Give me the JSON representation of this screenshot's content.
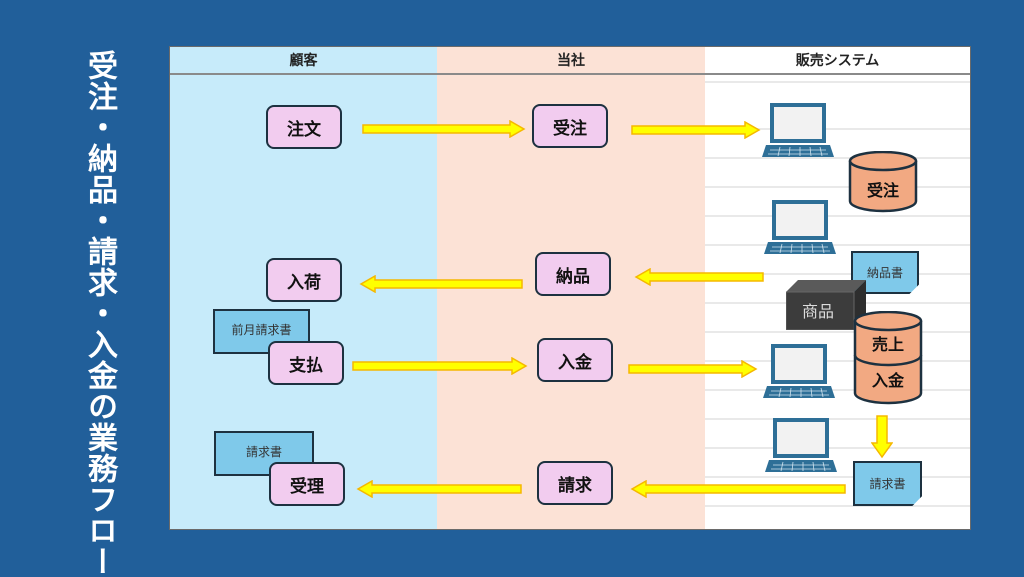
{
  "title": "受注・納品・請求・入金の業務フロー",
  "lanes": {
    "customer": "顧客",
    "company": "当社",
    "system": "販売システム"
  },
  "nodes": {
    "customer_order": "注文",
    "customer_receive_goods": "入荷",
    "customer_payment": "支払",
    "customer_receive_invoice": "受理",
    "company_order_received": "受注",
    "company_delivery": "納品",
    "company_payment_received": "入金",
    "company_billing": "請求"
  },
  "documents": {
    "prev_month_invoice": "前月請求書",
    "customer_invoice": "請求書",
    "delivery_note": "納品書",
    "system_invoice": "請求書"
  },
  "databases": {
    "orders": "受注",
    "sales": "売上",
    "payments": "入金"
  },
  "goods_box": "商品",
  "icons": {
    "laptop": "laptop-icon",
    "database": "database-cylinder-icon",
    "document": "document-icon",
    "goods": "box-icon",
    "arrow": "arrow-icon"
  },
  "colors": {
    "background": "#215f9a",
    "customer_lane": "#c7ebfa",
    "company_lane": "#fce2d6",
    "system_lane": "#ffffff",
    "process_node": "#f2ccef",
    "document": "#7fc9ea",
    "database": "#f2a982",
    "arrow": "#ffff00",
    "laptop": "#2e6f97"
  }
}
